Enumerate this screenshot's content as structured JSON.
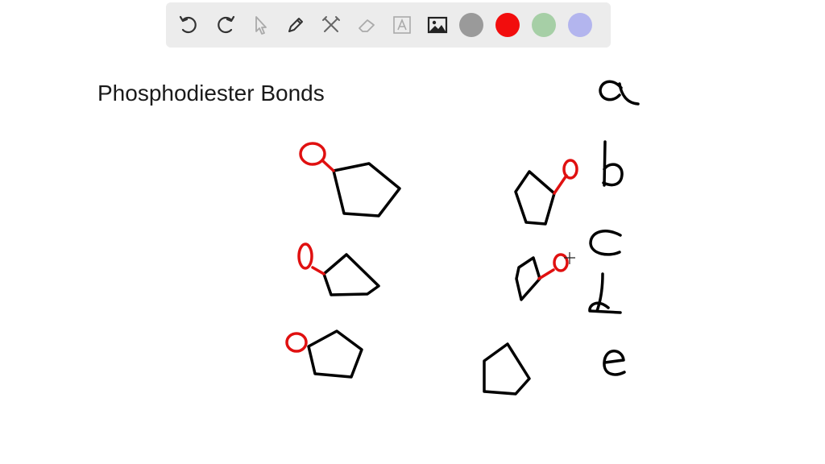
{
  "toolbar": {
    "tools": [
      "undo-icon",
      "redo-icon",
      "select-icon",
      "pen-icon",
      "tools-icon",
      "eraser-icon",
      "text-icon",
      "image-icon"
    ],
    "colors": [
      "#9a9a9a",
      "#f20d0d",
      "#a6cfa6",
      "#b3b5ee"
    ]
  },
  "board": {
    "title": "Phosphodiester Bonds",
    "letters": [
      "a",
      "b",
      "c",
      "d",
      "e"
    ],
    "ink_color": "#000000",
    "accent_color": "#e01010"
  }
}
